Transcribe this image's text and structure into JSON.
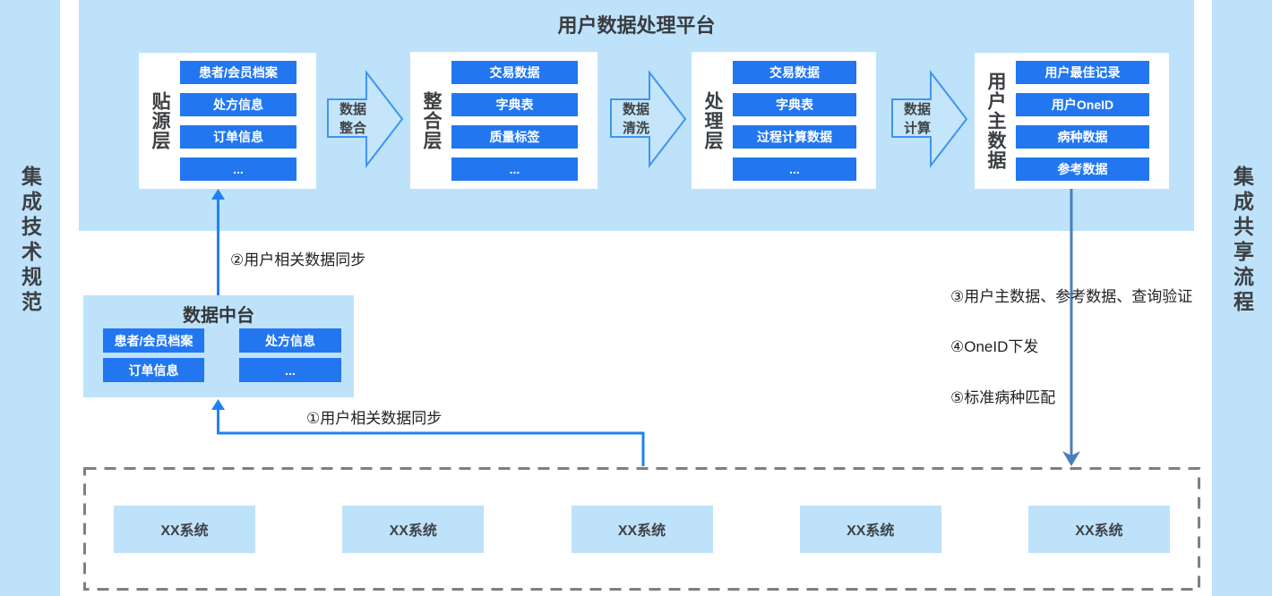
{
  "side_bars": {
    "left": "集成技术规范",
    "right": "集成共享流程"
  },
  "platform": {
    "title": "用户数据处理平台",
    "layers": [
      {
        "label": "贴源层",
        "items": [
          "患者/会员档案",
          "处方信息",
          "订单信息",
          "..."
        ]
      },
      {
        "label": "整合层",
        "items": [
          "交易数据",
          "字典表",
          "质量标签",
          "..."
        ]
      },
      {
        "label": "处理层",
        "items": [
          "交易数据",
          "字典表",
          "过程计算数据",
          "..."
        ]
      },
      {
        "label": "用户主数据",
        "items": [
          "用户最佳记录",
          "用户OneID",
          "病种数据",
          "参考数据"
        ]
      }
    ],
    "arrows": [
      "数据\n整合",
      "数据\n清洗",
      "数据\n计算"
    ]
  },
  "middle_platform": {
    "title": "数据中台",
    "items": [
      "患者/会员档案",
      "处方信息",
      "订单信息",
      "..."
    ]
  },
  "flow_labels": {
    "step1": "①用户相关数据同步",
    "step2": "②用户相关数据同步",
    "step3": "③用户主数据、参考数据、查询验证",
    "step4": "④OneID下发",
    "step5": "⑤标准病种匹配"
  },
  "systems": [
    "XX系统",
    "XX系统",
    "XX系统",
    "XX系统",
    "XX系统"
  ],
  "colors": {
    "panel_blue": "#BEE2FA",
    "button_blue": "#2277F0",
    "flow_line_blue": "#1E82F5",
    "steel_line_blue": "#4B7EBE",
    "arrow_outline_blue": "#3E96F0",
    "dash_gray": "#7F7F7F",
    "text_dark": "#3C4043"
  }
}
